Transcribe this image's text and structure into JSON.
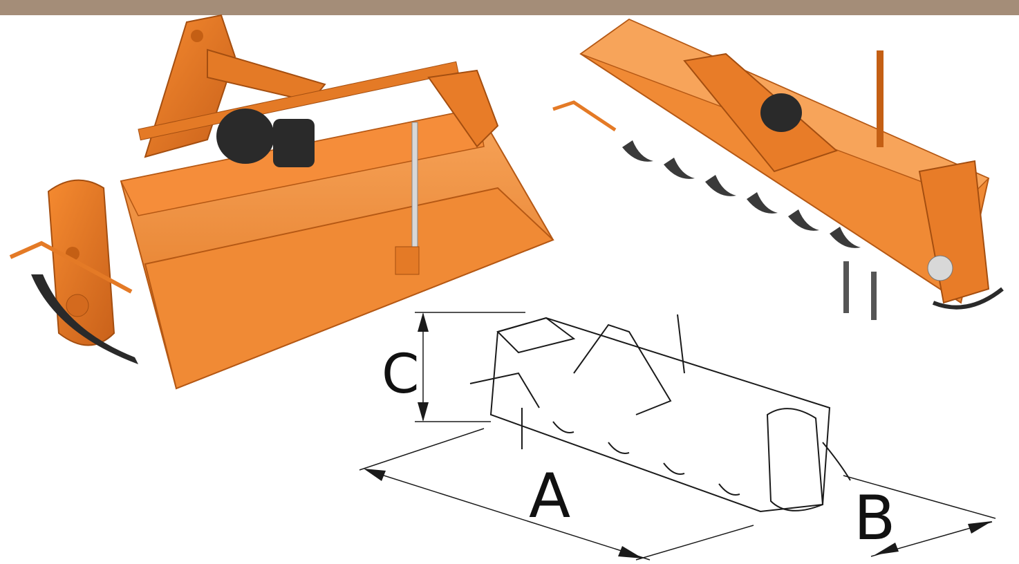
{
  "colors": {
    "header_band": "#a48d78",
    "machine_orange": "#f0822a",
    "machine_orange_dark": "#c45f14",
    "machine_orange_light": "#f7a45a",
    "steel_dark": "#2a2a2a",
    "line_drawing": "#1a1a1a"
  },
  "diagram": {
    "dimension_A": "A",
    "dimension_B": "B",
    "dimension_C": "C"
  }
}
